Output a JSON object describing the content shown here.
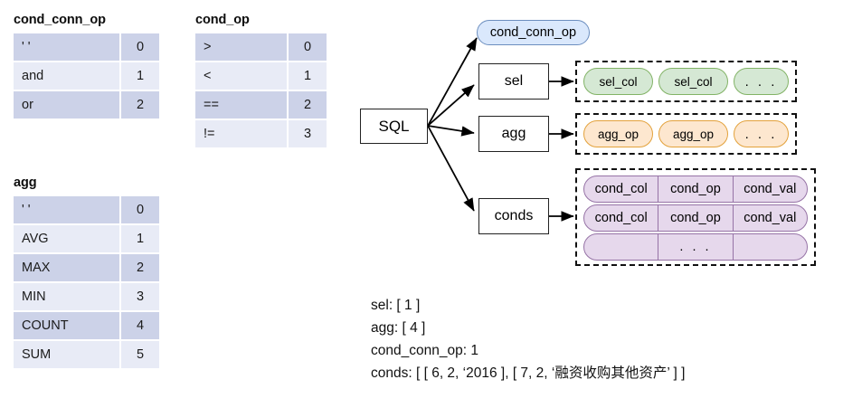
{
  "tables": [
    {
      "name": "cond-conn-op-table",
      "title": "cond_conn_op",
      "rows": [
        {
          "key": "' '",
          "value": "0"
        },
        {
          "key": "and",
          "value": "1"
        },
        {
          "key": "or",
          "value": "2"
        }
      ]
    },
    {
      "name": "cond-op-table",
      "title": "cond_op",
      "rows": [
        {
          "key": ">",
          "value": "0"
        },
        {
          "key": "<",
          "value": "1"
        },
        {
          "key": "==",
          "value": "2"
        },
        {
          "key": "!=",
          "value": "3"
        }
      ]
    },
    {
      "name": "agg-table",
      "title": "agg",
      "rows": [
        {
          "key": "' '",
          "value": "0"
        },
        {
          "key": "AVG",
          "value": "1"
        },
        {
          "key": "MAX",
          "value": "2"
        },
        {
          "key": "MIN",
          "value": "3"
        },
        {
          "key": "COUNT",
          "value": "4"
        },
        {
          "key": "SUM",
          "value": "5"
        }
      ]
    }
  ],
  "diagram": {
    "root": "SQL",
    "branches": {
      "cond_conn_op": "cond_conn_op",
      "sel": "sel",
      "agg": "agg",
      "conds": "conds"
    },
    "sel_items": [
      "sel_col",
      "sel_col",
      ". . ."
    ],
    "agg_items": [
      "agg_op",
      "agg_op",
      ". . ."
    ],
    "cond_rows": [
      [
        "cond_col",
        "cond_op",
        "cond_val"
      ],
      [
        "cond_col",
        "cond_op",
        "cond_val"
      ],
      [
        "",
        ". . .",
        ""
      ]
    ]
  },
  "annotation": {
    "lines": [
      "sel: [ 1 ]",
      "agg: [ 4 ]",
      "cond_conn_op: 1",
      "conds: [ [ 6, 2, ‘2016 ], [ 7, 2, ‘融资收购其他资产’ ] ]"
    ]
  },
  "colors": {
    "table_row_odd": "#ccd2e8",
    "table_row_even": "#e8ebf6",
    "blue_fill": "#dae8fc",
    "blue_stroke": "#6c8ebf",
    "green_fill": "#d5e8d4",
    "green_stroke": "#82b366",
    "orange_fill": "#fde7cf",
    "orange_stroke": "#e3a23c",
    "purple_fill": "#e6d8ec",
    "purple_stroke": "#9673a6"
  }
}
